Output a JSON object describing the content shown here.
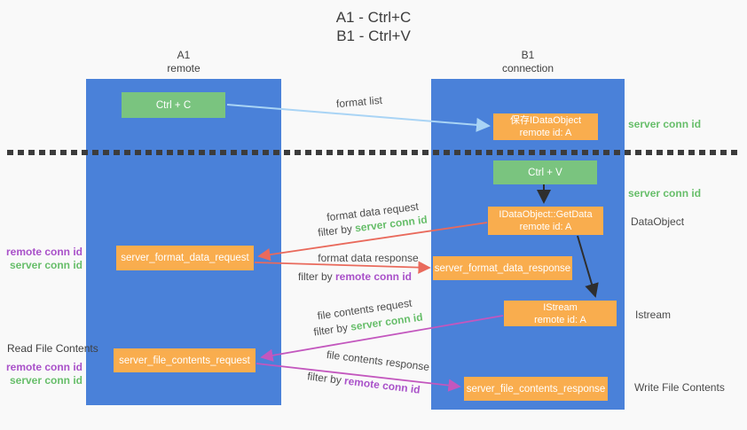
{
  "title": {
    "line1": "A1 - Ctrl+C",
    "line2": "B1 - Ctrl+V"
  },
  "lifelines": {
    "left": {
      "name": "A1",
      "role": "remote"
    },
    "right": {
      "name": "B1",
      "role": "connection"
    }
  },
  "boxes": {
    "ctrl_c": "Ctrl + C",
    "ctrl_v": "Ctrl + V",
    "save_dataobject": {
      "line1": "保存IDataObject",
      "line2": "remote id: A"
    },
    "getdata": {
      "line1": "IDataObject::GetData",
      "line2": "remote id: A"
    },
    "istream": {
      "line1": "IStream",
      "line2": "remote id: A"
    },
    "server_format_data_request": "server_format_data_request",
    "server_format_data_response": "server_format_data_response",
    "server_file_contents_request": "server_file_contents_request",
    "server_file_contents_response": "server_file_contents_response"
  },
  "side_labels": {
    "server_conn_id_top": "server conn id",
    "server_conn_id_mid": "server conn id",
    "dataobject": "DataObject",
    "istream": "Istream",
    "read_file_contents": "Read File Contents",
    "write_file_contents": "Write File Contents",
    "left_format": {
      "remote_conn_id": "remote conn id",
      "server_conn_id": "server conn id"
    },
    "left_file": {
      "remote_conn_id": "remote conn id",
      "server_conn_id": "server conn id"
    }
  },
  "arrow_labels": {
    "format_list": "format list",
    "format_data_request": "format data request",
    "format_data_request_filter": {
      "prefix": "filter by ",
      "highlight": "server conn id"
    },
    "format_data_response": "format data response",
    "format_data_response_filter": {
      "prefix": "filter by ",
      "highlight": "remote conn id"
    },
    "file_contents_request": "file contents request",
    "file_contents_request_filter": {
      "prefix": "filter by ",
      "highlight": "server conn id"
    },
    "file_contents_response": "file contents response",
    "file_contents_response_filter": {
      "prefix": "filter by ",
      "highlight": "remote conn id"
    }
  },
  "colors": {
    "column_blue": "#4A81D9",
    "box_green": "#7AC47F",
    "box_orange": "#F9AD4E",
    "arrow_light_blue": "#A9D4F5",
    "arrow_red": "#E96A5C",
    "arrow_magenta": "#C357BE",
    "arrow_black": "#2E2E2E",
    "text_green": "#67BE6A",
    "text_purple": "#A951C9"
  }
}
